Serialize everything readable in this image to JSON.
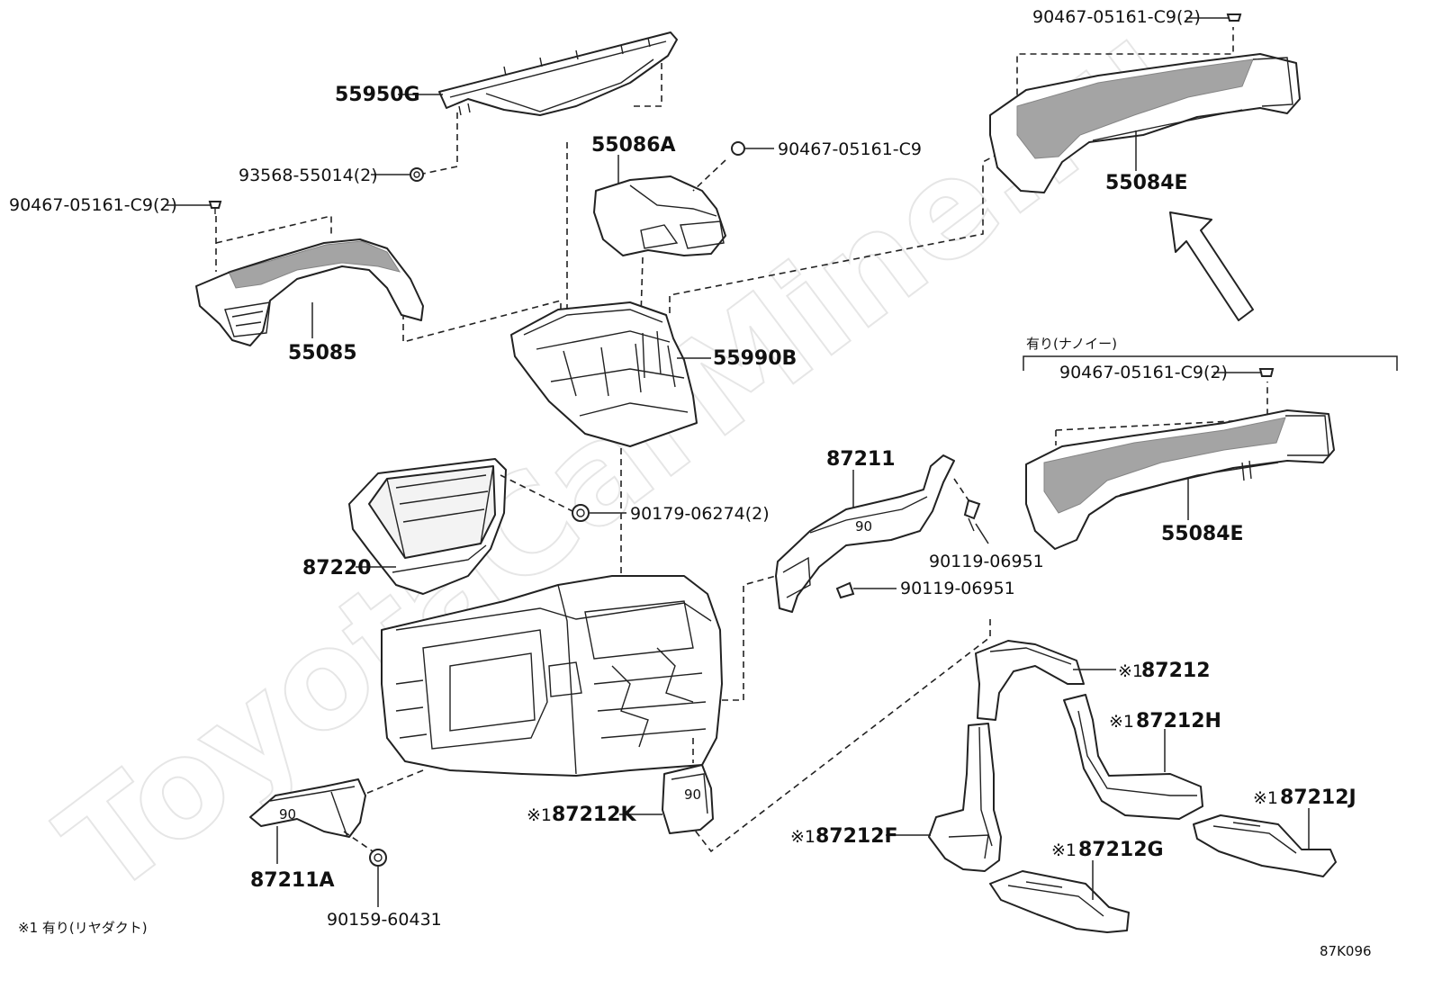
{
  "watermark": "ToyotaCarMine.ru",
  "labels": {
    "l_55950G": "55950G",
    "l_93568": "93568-55014(2)",
    "l_90467_left": "90467-05161-C9(2)",
    "l_55085": "55085",
    "l_55086A": "55086A",
    "l_90467_mid": "90467-05161-C9",
    "l_55990B": "55990B",
    "l_90467_topright": "90467-05161-C9(2)",
    "l_55084E_top": "55084E",
    "l_variant_note": "有り(ナノイー)",
    "l_90467_right": "90467-05161-C9(2)",
    "l_55084E_bottom": "55084E",
    "l_87211": "87211",
    "l_90179": "90179-06274(2)",
    "l_87220": "87220",
    "l_90119_a": "90119-06951",
    "l_90119_b": "90119-06951",
    "l_87212": "87212",
    "l_87212H": "87212H",
    "l_87212J": "87212J",
    "l_87212K": "87212K",
    "l_87212F": "87212F",
    "l_87212G": "87212G",
    "l_87211A": "87211A",
    "l_90159": "90159-60431"
  },
  "marks": {
    "m_87212": "※1",
    "m_87212H": "※1",
    "m_87212J": "※1",
    "m_87212K": "※1",
    "m_87212F": "※1",
    "m_87212G": "※1"
  },
  "part_stamps": {
    "s_87211": "90",
    "s_87212K": "90",
    "s_87211A": "90"
  },
  "footnote": "※1 有り(リヤダクト)",
  "diagram_code": "87K096"
}
